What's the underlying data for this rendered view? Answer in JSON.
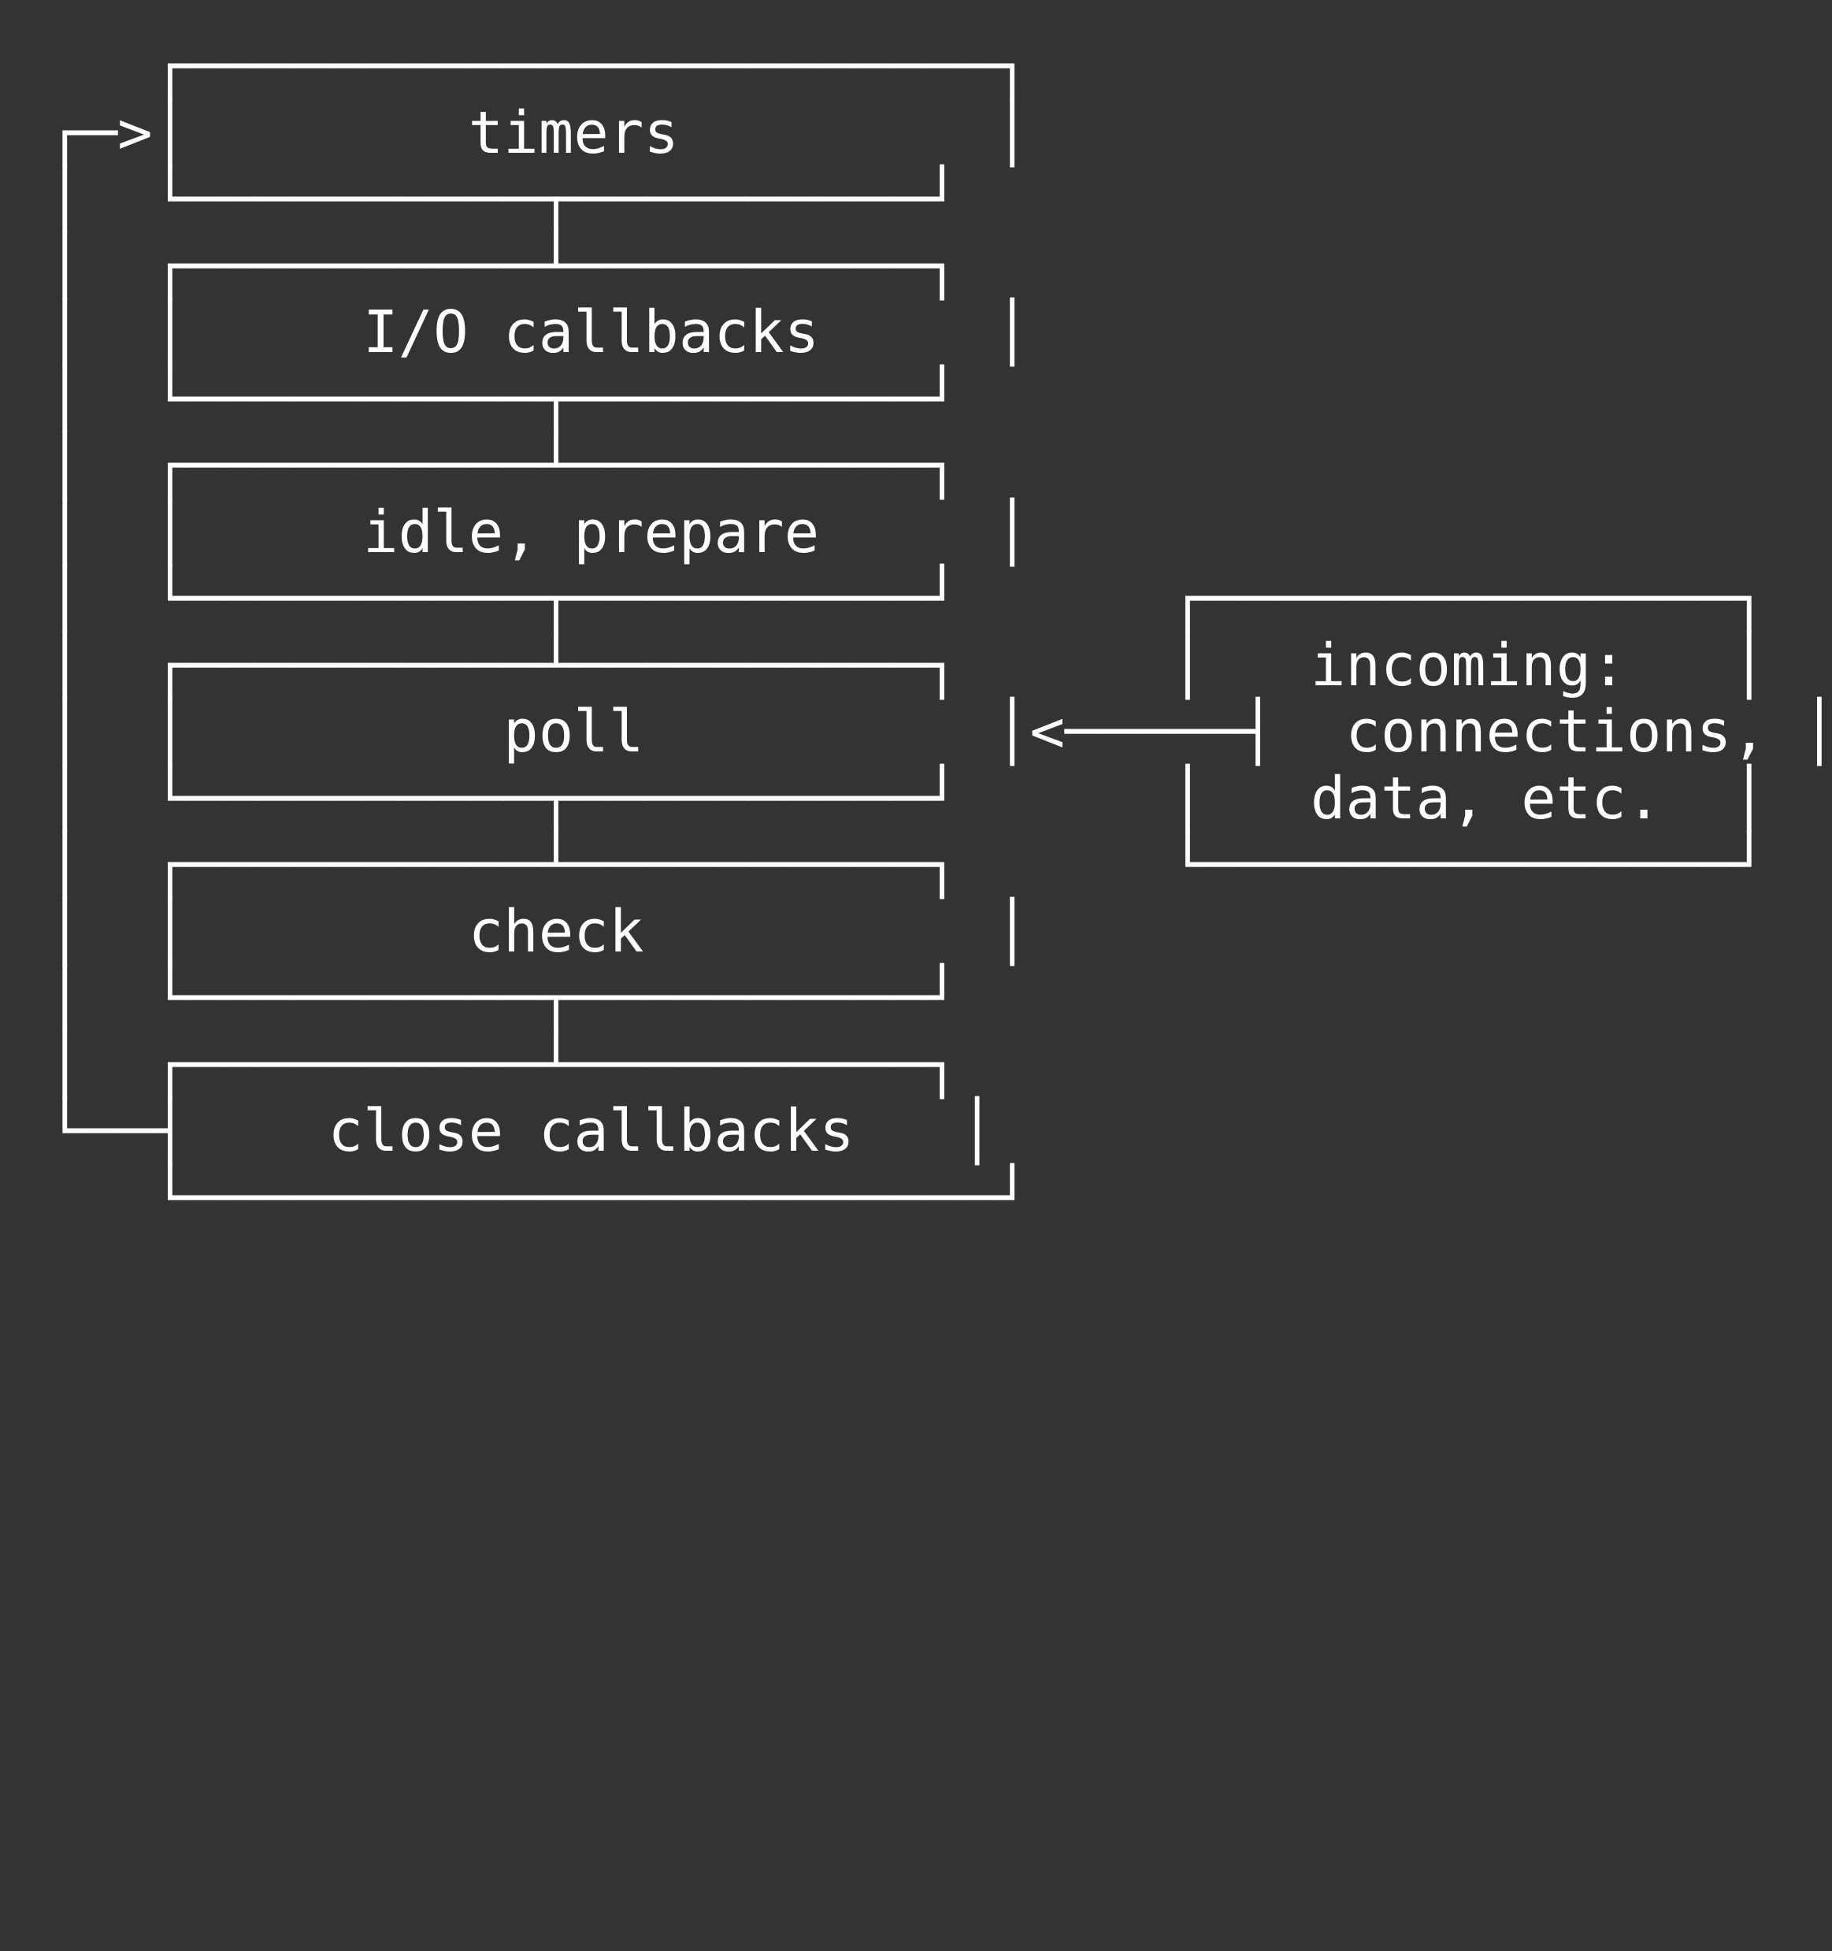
{
  "meta": {
    "background_color": "#333333",
    "text_color": "#ffffff",
    "title": "Node.js event loop phases ASCII diagram"
  },
  "diagram": {
    "type": "ascii-art-flowchart",
    "phases": [
      {
        "name": "timers",
        "label": "timers"
      },
      {
        "name": "io-callbacks",
        "label": "I/O callbacks"
      },
      {
        "name": "idle-prepare",
        "label": "idle, prepare"
      },
      {
        "name": "poll",
        "label": "poll"
      },
      {
        "name": "check",
        "label": "check"
      },
      {
        "name": "close-callbacks",
        "label": "close callbacks"
      }
    ],
    "side_note": {
      "name": "incoming-sources",
      "lines": [
        "incoming:",
        "connections,",
        "data, etc."
      ]
    },
    "connectors": {
      "loop_entry_arrow": "┌─>",
      "poll_incoming_arrow": "|<───────|",
      "loop_return_corner": "└───┤"
    },
    "ascii": "   ┌───────────────────────┐\n┌─>│        timers         │\n│  └──────────┬──────────┘\n│  ┌──────────┴──────────┐\n│  │     I/O callbacks     │\n│  └──────────┬──────────┘\n│  ┌──────────┴──────────┐\n│  │     idle, prepare     │\n│  └──────────┬──────────┘      ┌───────────────┐\n│  ┌──────────┴──────────┐      │   incoming:   │\n│  │         poll          │<─────┤  connections, │\n│  └──────────┬──────────┘      │   data, etc.  │\n│  ┌──────────┴──────────┐      └───────────────┘\n│  │        check          │\n│  └──────────┬──────────┘\n│  ┌──────────┴──────────┐\n└──┤    close callbacks   │\n   └───────────────────────┘"
  }
}
